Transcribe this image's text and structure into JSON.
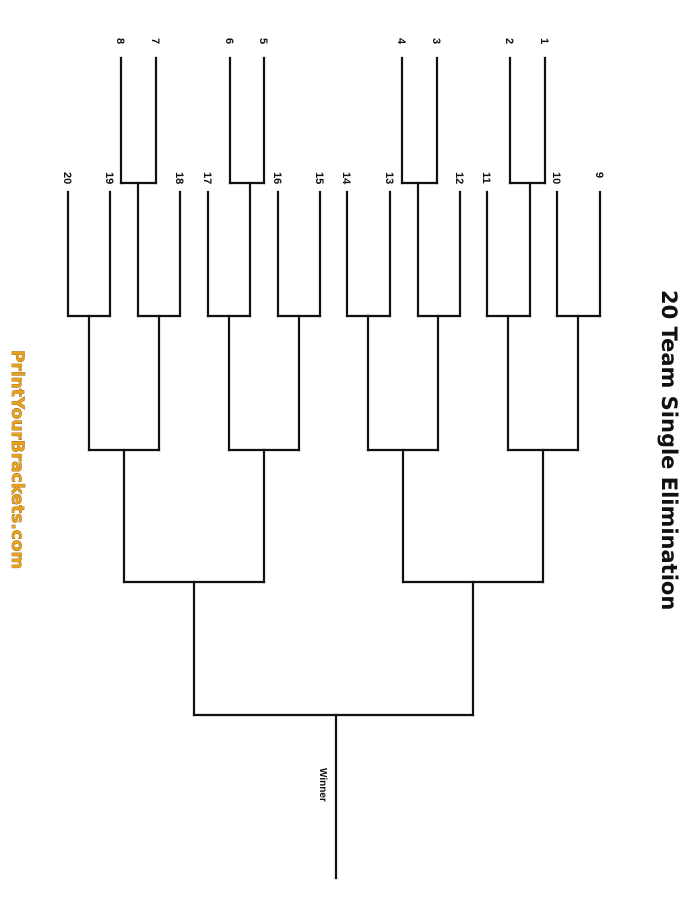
{
  "title": "20 Team Single Elimination",
  "winner_label": "Winner",
  "brand": "PrintYourBrackets.com",
  "seeds": [
    "1",
    "2",
    "3",
    "4",
    "5",
    "6",
    "7",
    "8",
    "9",
    "10",
    "11",
    "12",
    "13",
    "14",
    "15",
    "16",
    "17",
    "18",
    "19",
    "20"
  ],
  "colors": {
    "line": "#111111",
    "brand_fill": "#e8a21f",
    "brand_outline": "#7a4a00",
    "background": "#ffffff"
  }
}
